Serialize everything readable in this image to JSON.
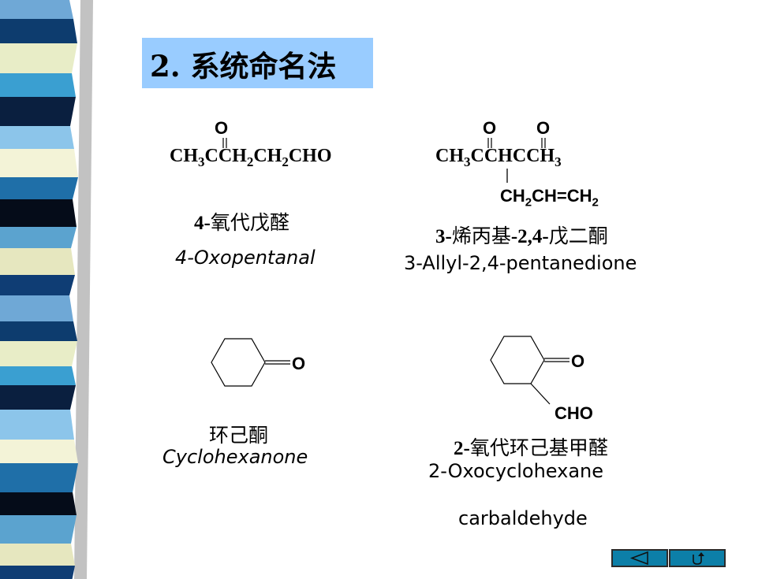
{
  "title": "2. 系统命名法",
  "compounds": [
    {
      "formula": {
        "o_label": "O",
        "prefix": "CH",
        "sub1": "3",
        "mid1": "CCH",
        "sub2": "2",
        "mid2": "CH",
        "sub3": "2",
        "suffix": "CHO"
      },
      "name_cn_prefix": "4-",
      "name_cn": "氧代戊醛",
      "name_en": "4-Oxopentanal"
    },
    {
      "formula": {
        "o_label_1": "O",
        "o_label_2": "O",
        "prefix": "CH",
        "sub1": "3",
        "mid": "CCHCCH",
        "sub2": "3",
        "branch_prefix": "CH",
        "branch_sub1": "2",
        "branch_mid": "CH=CH",
        "branch_sub2": "2"
      },
      "name_cn_prefix": "3-",
      "name_cn_mid1": "烯丙基",
      "name_cn_mid2": "-2,4-",
      "name_cn_suffix": "戊二酮",
      "name_en": "3-Allyl-2,4-pentanedione"
    },
    {
      "o_label": "O",
      "name_cn": "环己酮",
      "name_en": "Cyclohexanone"
    },
    {
      "o_label": "O",
      "sub_label": "CHO",
      "name_cn_prefix": "2-",
      "name_cn": "氧代环己基甲醛",
      "name_en_line1": "2-Oxocyclohexane",
      "name_en_line2": "carbaldehyde"
    }
  ],
  "nav": {
    "prev_icon": "triangle-left-icon",
    "return_icon": "return-arrow-icon"
  },
  "colors": {
    "title_bg": "#99ccff",
    "nav_bg": "#0c7fa8"
  }
}
